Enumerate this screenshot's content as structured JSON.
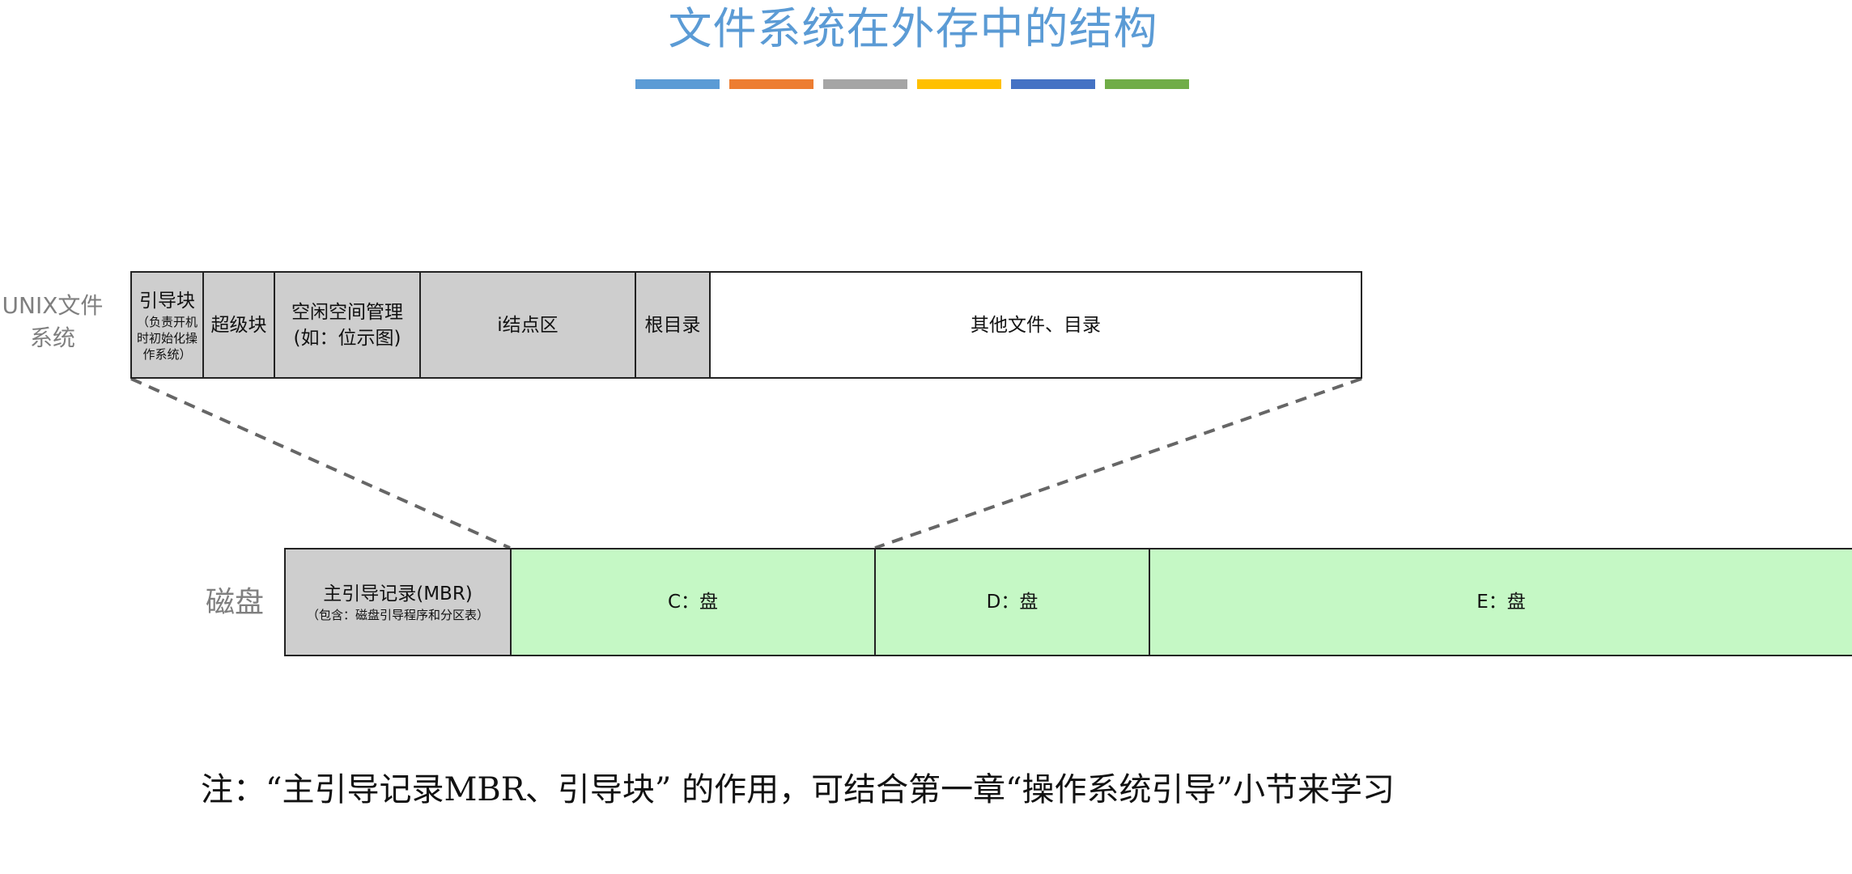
{
  "title": "文件系统在外存中的结构",
  "colors": {
    "title": "#5b9bd5",
    "bars": [
      "#5b9bd5",
      "#ed7d31",
      "#a5a5a5",
      "#ffc000",
      "#4472c4",
      "#70ad47"
    ],
    "gray_block": "#cecece",
    "partition_block": "#c5f8c5",
    "connector": "#666666"
  },
  "unix": {
    "label": "UNIX文件系统",
    "blocks": [
      {
        "title": "引导块",
        "note": "（负责开机时初始化操作系统）"
      },
      {
        "title": "超级块"
      },
      {
        "title": "空闲空间管理",
        "note": "(如：位示图)"
      },
      {
        "title": "i结点区"
      },
      {
        "title": "根目录"
      },
      {
        "title": "其他文件、目录"
      }
    ]
  },
  "disk": {
    "label": "磁盘",
    "blocks": [
      {
        "title": "主引导记录(MBR)",
        "note": "（包含：磁盘引导程序和分区表）"
      },
      {
        "title": "C：盘"
      },
      {
        "title": "D：盘"
      },
      {
        "title": "E：盘"
      }
    ]
  },
  "note": "注：“主引导记录MBR、引导块” 的作用，可结合第一章“操作系统引导”小节来学习"
}
